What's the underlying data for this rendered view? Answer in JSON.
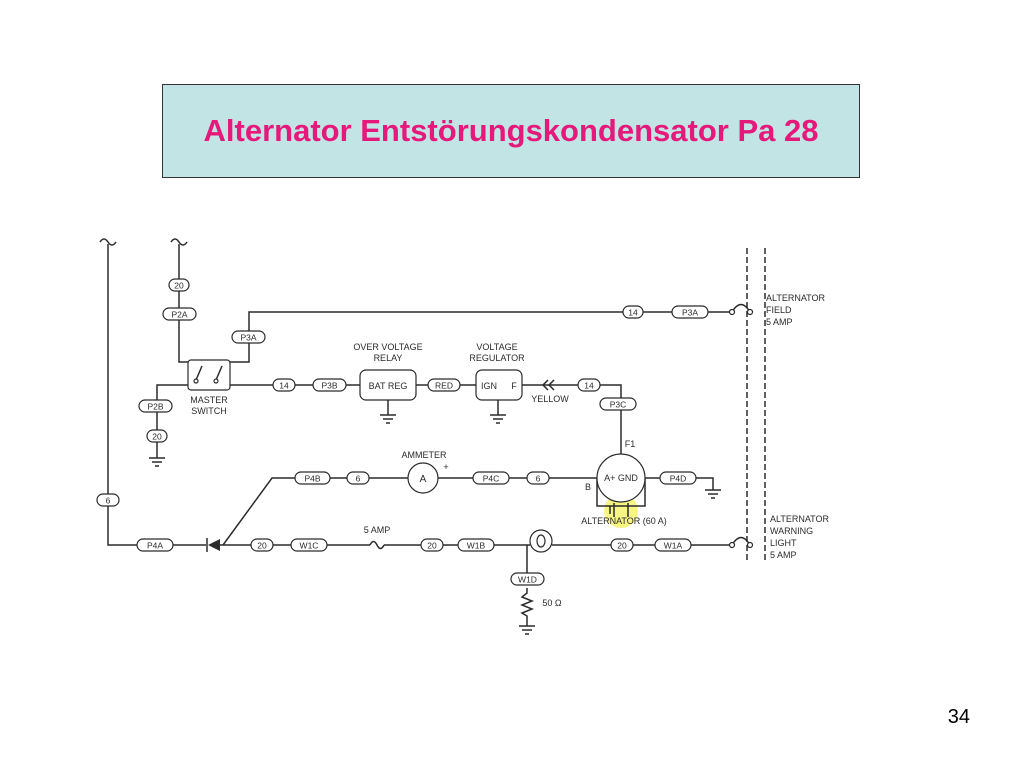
{
  "title": "Alternator  Entstörungskondensator Pa 28",
  "page_number": "34",
  "colors": {
    "title_text": "#e5197a",
    "title_bg": "#c3e4e4",
    "wire": "#2b2b2b",
    "highlight": "#f4f25a"
  },
  "wire_tags": {
    "w20_top": "20",
    "p2a": "P2A",
    "p3a_left": "P3A",
    "w14_top": "14",
    "p3a_right": "P3A",
    "w14_mid": "14",
    "p3b": "P3B",
    "red": "RED",
    "w14_right": "14",
    "p3c": "P3C",
    "p2b": "P2B",
    "w20_gnd": "20",
    "p4b": "P4B",
    "w6_ammeter": "6",
    "p4c": "P4C",
    "w6_alt": "6",
    "p4d": "P4D",
    "w6_left": "6",
    "p4a": "P4A",
    "w20_diode": "20",
    "w1c": "W1C",
    "w20_fuse": "20",
    "w1b": "W1B",
    "w20_lamp": "20",
    "w1a": "W1A",
    "w1d": "W1D"
  },
  "components": {
    "over_voltage_relay": [
      "OVER VOLTAGE",
      "RELAY"
    ],
    "bat_reg": "BAT REG",
    "voltage_regulator": [
      "VOLTAGE",
      "REGULATOR"
    ],
    "ign": "IGN",
    "f": "F",
    "yellow": "YELLOW",
    "master_switch": [
      "MASTER",
      "SWITCH"
    ],
    "ammeter": "AMMETER",
    "ammeter_symbol": "A",
    "ammeter_plus": "+",
    "alt_terminals": "A+ GND",
    "f1": "F1",
    "b": "B",
    "alternator": "ALTERNATOR (60 A)",
    "fuse_5amp": "5 AMP",
    "resistor": "50 Ω",
    "breaker_field": [
      "ALTERNATOR",
      "FIELD",
      "5 AMP"
    ],
    "breaker_warning": [
      "ALTERNATOR",
      "WARNING",
      "LIGHT",
      "5 AMP"
    ]
  }
}
